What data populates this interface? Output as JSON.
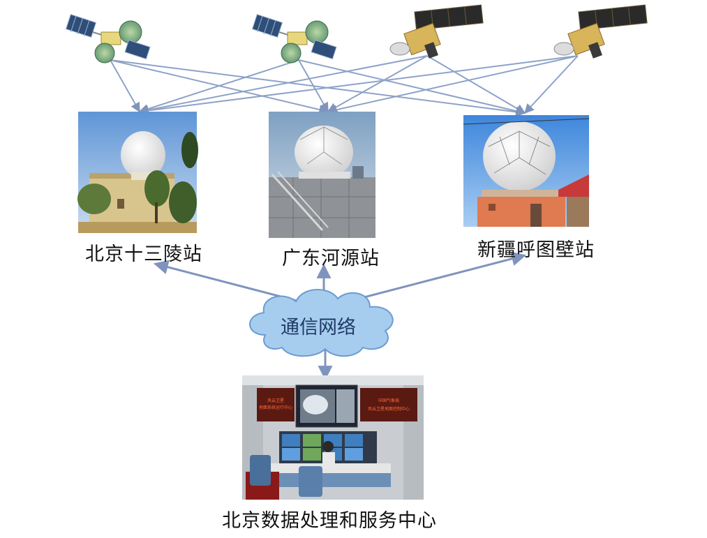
{
  "stations": [
    {
      "id": "beijing",
      "name": "北京十三陵站"
    },
    {
      "id": "guangdong",
      "name": "广东河源站"
    },
    {
      "id": "xinjiang",
      "name": "新疆呼图壁站"
    }
  ],
  "network": {
    "label": "通信网络"
  },
  "center": {
    "name": "北京数据处理和服务中心",
    "screen_left_text": [
      "风云卫星",
      "地面系统运行中心"
    ],
    "screen_right_text": [
      "中国气象局",
      "风云卫星地面控制中心"
    ]
  },
  "satellites": [
    {
      "id": "sat-1",
      "type": "round-panel-satellite"
    },
    {
      "id": "sat-2",
      "type": "round-panel-satellite"
    },
    {
      "id": "sat-3",
      "type": "winged-satellite"
    },
    {
      "id": "sat-4",
      "type": "winged-satellite"
    }
  ],
  "colors": {
    "link_line": "#8da2c8",
    "cloud_fill": "#a6cdee",
    "cloud_stroke": "#6b9bd1"
  }
}
